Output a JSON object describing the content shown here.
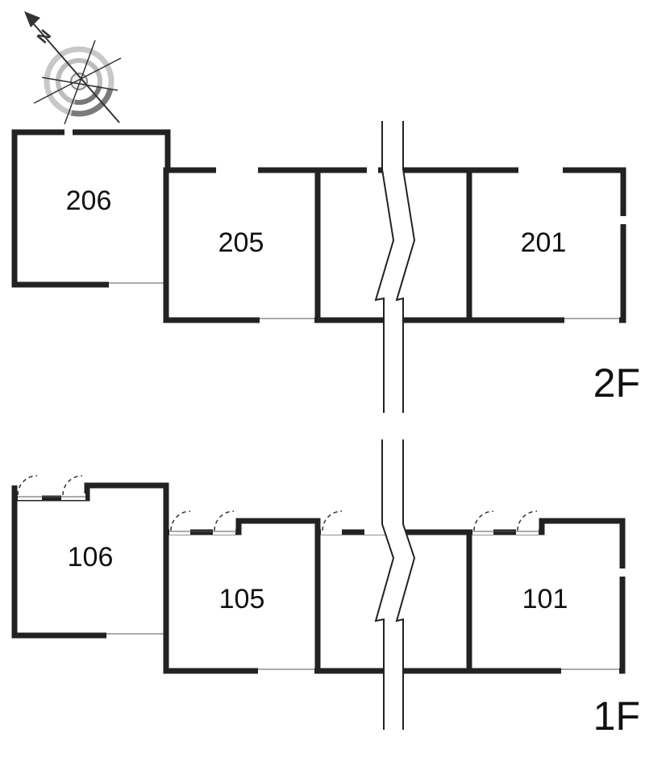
{
  "compass": {
    "letter": "N"
  },
  "floors": [
    {
      "label": "2F",
      "units": [
        "206",
        "205",
        "201"
      ]
    },
    {
      "label": "1F",
      "units": [
        "106",
        "105",
        "101"
      ]
    }
  ]
}
